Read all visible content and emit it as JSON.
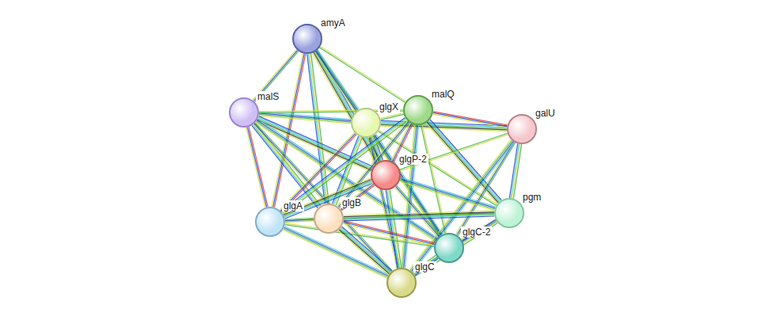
{
  "diagram": {
    "nodes": [
      {
        "text": [
          "amyA"
        ]
      },
      {
        "text": [
          "malS"
        ]
      },
      {
        "text": [
          "glgX"
        ]
      },
      {
        "text": [
          "malQ"
        ]
      },
      {
        "text": [
          "galU"
        ]
      },
      {
        "text": [
          "glgP-2"
        ]
      },
      {
        "text": [
          "pgm"
        ]
      },
      {
        "text": [
          "glgA"
        ]
      },
      {
        "text": [
          "glgB"
        ]
      },
      {
        "text": [
          "glgC-2"
        ]
      },
      {
        "text": [
          "glgC"
        ]
      }
    ],
    "edges": [
      {
        "from": 0,
        "to": 1,
        "arrow": "none"
      },
      {
        "from": 0,
        "to": 2,
        "arrow": "none"
      },
      {
        "from": 0,
        "to": 3,
        "arrow": "none"
      },
      {
        "from": 0,
        "to": 5,
        "arrow": "none"
      },
      {
        "from": 0,
        "to": 7,
        "arrow": "none"
      },
      {
        "from": 0,
        "to": 8,
        "arrow": "none"
      },
      {
        "from": 0,
        "to": 9,
        "arrow": "none"
      },
      {
        "from": 1,
        "to": 2,
        "arrow": "none"
      },
      {
        "from": 1,
        "to": 3,
        "arrow": "none"
      },
      {
        "from": 1,
        "to": 5,
        "arrow": "none"
      },
      {
        "from": 1,
        "to": 7,
        "arrow": "none"
      },
      {
        "from": 1,
        "to": 8,
        "arrow": "none"
      },
      {
        "from": 1,
        "to": 10,
        "arrow": "none"
      },
      {
        "from": 1,
        "to": 9,
        "arrow": "none"
      },
      {
        "from": 2,
        "to": 3,
        "arrow": "none"
      },
      {
        "from": 2,
        "to": 5,
        "arrow": "none"
      },
      {
        "from": 2,
        "to": 7,
        "arrow": "none"
      },
      {
        "from": 2,
        "to": 8,
        "arrow": "none"
      },
      {
        "from": 2,
        "to": 10,
        "arrow": "none"
      },
      {
        "from": 2,
        "to": 9,
        "arrow": "none"
      },
      {
        "from": 2,
        "to": 6,
        "arrow": "none"
      },
      {
        "from": 2,
        "to": 4,
        "arrow": "none"
      },
      {
        "from": 3,
        "to": 5,
        "arrow": "none"
      },
      {
        "from": 3,
        "to": 7,
        "arrow": "none"
      },
      {
        "from": 3,
        "to": 8,
        "arrow": "none"
      },
      {
        "from": 3,
        "to": 10,
        "arrow": "none"
      },
      {
        "from": 3,
        "to": 9,
        "arrow": "none"
      },
      {
        "from": 3,
        "to": 6,
        "arrow": "none"
      },
      {
        "from": 3,
        "to": 4,
        "arrow": "none"
      },
      {
        "from": 4,
        "to": 6,
        "arrow": "none"
      },
      {
        "from": 4,
        "to": 9,
        "arrow": "none"
      },
      {
        "from": 4,
        "to": 10,
        "arrow": "none"
      },
      {
        "from": 4,
        "to": 5,
        "arrow": "none"
      },
      {
        "from": 5,
        "to": 7,
        "arrow": "none"
      },
      {
        "from": 5,
        "to": 8,
        "arrow": "none"
      },
      {
        "from": 5,
        "to": 10,
        "arrow": "none"
      },
      {
        "from": 5,
        "to": 9,
        "arrow": "none"
      },
      {
        "from": 5,
        "to": 6,
        "arrow": "none"
      },
      {
        "from": 6,
        "to": 7,
        "arrow": "none"
      },
      {
        "from": 6,
        "to": 8,
        "arrow": "none"
      },
      {
        "from": 6,
        "to": 9,
        "arrow": "none"
      },
      {
        "from": 6,
        "to": 10,
        "arrow": "none"
      },
      {
        "from": 7,
        "to": 8,
        "arrow": "none"
      },
      {
        "from": 7,
        "to": 10,
        "arrow": "none"
      },
      {
        "from": 7,
        "to": 9,
        "arrow": "none"
      },
      {
        "from": 8,
        "to": 10,
        "arrow": "none"
      },
      {
        "from": 8,
        "to": 9,
        "arrow": "none"
      },
      {
        "from": 10,
        "to": 9,
        "arrow": "none"
      }
    ]
  }
}
